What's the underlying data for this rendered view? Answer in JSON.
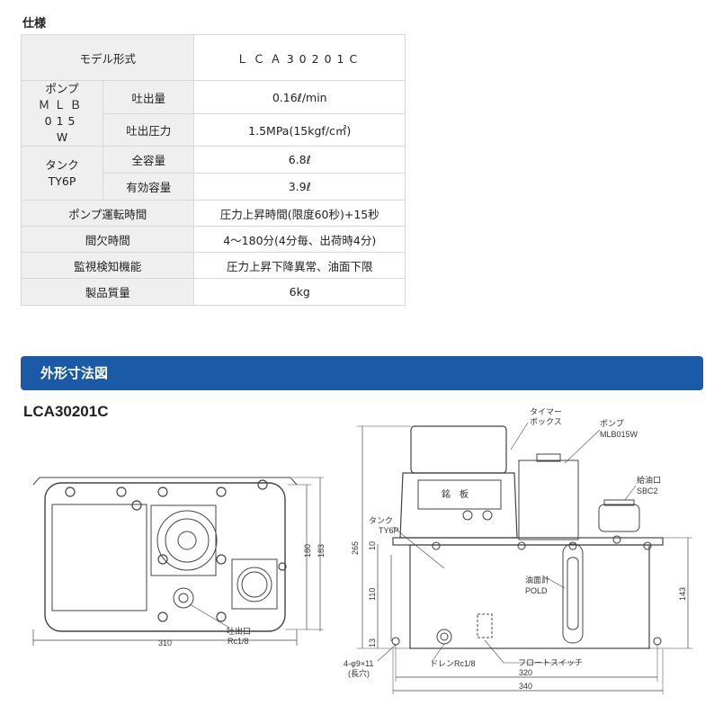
{
  "spec": {
    "title": "仕様",
    "model_label": "モデル形式",
    "model_value": "ＬＣＡ30201C",
    "pump_label": "ポンプ",
    "pump_model": "ＭＬＢ015",
    "pump_model2": "W",
    "discharge_label": "吐出量",
    "discharge_value": "0.16ℓ/min",
    "pressure_label": "吐出圧力",
    "pressure_value": "1.5MPa(15kgf/c㎡)",
    "tank_label": "タンク",
    "tank_model": "TY6P",
    "total_cap_label": "全容量",
    "total_cap_value": "6.8ℓ",
    "effective_cap_label": "有効容量",
    "effective_cap_value": "3.9ℓ",
    "pump_time_label": "ポンプ運転時間",
    "pump_time_value": "圧力上昇時間(限度60秒)+15秒",
    "interval_label": "間欠時間",
    "interval_value": "4～180分(4分毎、出荷時4分)",
    "monitor_label": "監視検知機能",
    "monitor_value": "圧力上昇下降異常、油面下限",
    "weight_label": "製品質量",
    "weight_value": "6kg"
  },
  "dimensions": {
    "banner_title": "外形寸法図",
    "model": "LCA30201C",
    "labels": {
      "timer_box_1": "タイマー",
      "timer_box_2": "ボックス",
      "pump_1": "ポンプ",
      "pump_2": "MLB015W",
      "oil_port_1": "給油口",
      "oil_port_2": "SBC2",
      "tank_1": "タンク",
      "tank_2": "TY6P",
      "nameplate": "銘　板",
      "oil_gauge_1": "油面計",
      "oil_gauge_2": "POLD",
      "drain": "ドレンRc1/8",
      "float_switch": "フロートスイッチ",
      "outlet_1": "吐出口",
      "outlet_2": "Rc1/8",
      "holes_1": "4-φ9×11",
      "holes_2": "(長穴)"
    },
    "values": {
      "w310": "310",
      "h180": "180",
      "h183": "183",
      "h265": "265",
      "h10": "10",
      "h110": "110",
      "h13": "13",
      "h143": "143",
      "w320": "320",
      "w340": "340"
    }
  }
}
